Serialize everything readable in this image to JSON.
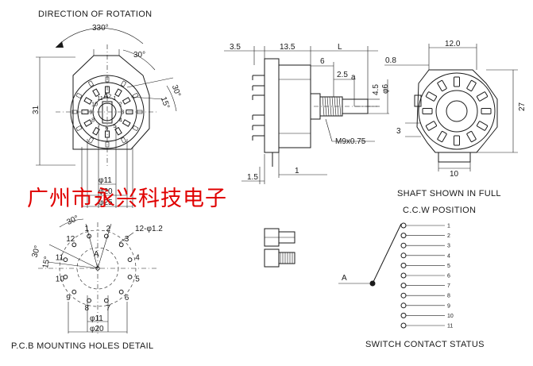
{
  "captions": {
    "direction_of_rotation": "DIRECTION OF ROTATION",
    "pcb_detail": "P.C.B  MOUNTING  HOLES  DETAIL",
    "shaft_shown": "SHAFT SHOWN IN FULL",
    "ccw_position": "C.C.W POSITION",
    "switch_contact_status": "SWITCH CONTACT STATUS"
  },
  "watermark": "广州市永兴科技电子",
  "front_view": {
    "rotation_angle": "330°",
    "angle_a": "30°",
    "angle_b": "30°",
    "angle_c": "15°",
    "height": "31",
    "dia_inner": "φ11",
    "dia_mid": "φ20",
    "dia_outer": "φ25",
    "pin_labels": [
      "1",
      "2",
      "3",
      "4",
      "5",
      "6",
      "7",
      "8",
      "9",
      "10",
      "11",
      "12"
    ],
    "center_label": "A"
  },
  "side_view": {
    "d_35": "3.5",
    "d_135": "13.5",
    "d_L": "L",
    "d_6": "6",
    "d_25": "2.5",
    "d_a": "a",
    "d_45": "4.5",
    "d_phi6": "φ6",
    "thread": "M9x0.75",
    "d_15": "1.5",
    "d_1": "1"
  },
  "right_view": {
    "d_120": "12.0",
    "d_08": "0.8",
    "d_27": "27",
    "d_3": "3",
    "d_10": "10"
  },
  "pcb_view": {
    "hole_spec": "12-φ1.2",
    "angle_a": "30°",
    "angle_b": "30°",
    "angle_c": "15°",
    "dia_inner": "φ11",
    "dia_outer": "φ20",
    "pin_labels": [
      "1",
      "2",
      "3",
      "4",
      "5",
      "6",
      "7",
      "8",
      "9",
      "10",
      "11",
      "12"
    ],
    "center_label": "A"
  },
  "contact_status": {
    "common_label": "A",
    "positions": [
      "1",
      "2",
      "3",
      "4",
      "5",
      "6",
      "7",
      "8",
      "9",
      "10",
      "11"
    ]
  }
}
